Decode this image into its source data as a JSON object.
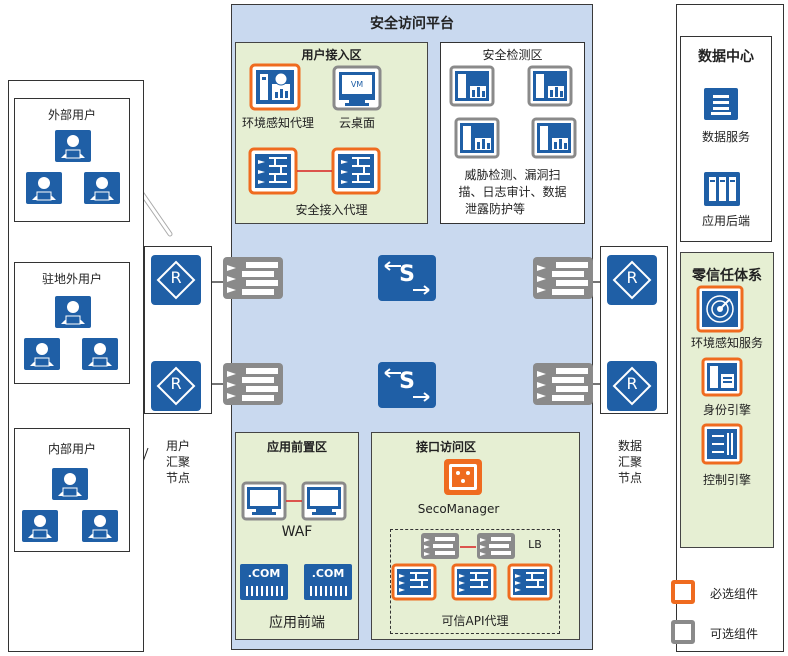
{
  "platform": {
    "title": "安全访问平台"
  },
  "left": {
    "external_users": "外部用户",
    "onsite_users": "驻地外用户",
    "internal_users": "内部用户",
    "user_agg_node": "用户\n汇聚\n节点"
  },
  "user_access": {
    "title": "用户接入区",
    "env_agent": "环境感知代理",
    "cloud_desktop": "云桌面",
    "cloud_desktop_badge": "VM",
    "secure_access_proxy": "安全接入代理"
  },
  "security_detect": {
    "title": "安全检测区",
    "desc_line1": "威胁检测、漏洞扫",
    "desc_line2": "描、日志审计、数据",
    "desc_line3": "泄露防护等"
  },
  "app_front": {
    "title": "应用前置区",
    "waf": "WAF",
    "com_badge": ".COM",
    "front_end": "应用前端"
  },
  "api_access": {
    "title": "接口访问区",
    "seco_manager": "SecoManager",
    "lb": "LB",
    "api_proxy": "可信API代理"
  },
  "data_center": {
    "title": "数据中心",
    "data_service": "数据服务",
    "app_backend": "应用后端"
  },
  "zero_trust": {
    "title": "零信任体系",
    "env_service": "环境感知服务",
    "identity_engine": "身份引擎",
    "control_engine": "控制引擎"
  },
  "data_agg_node": "数据\n汇聚\n节点",
  "router_symbol": "R",
  "switch_symbol": "S",
  "legend": {
    "required": "必选组件",
    "optional": "可选组件"
  },
  "colors": {
    "blue": "#1f5fa6",
    "orange": "#ef6b1f",
    "gray": "#8a8a8a",
    "red": "#d92020",
    "link_blue": "#3aa6e0"
  }
}
